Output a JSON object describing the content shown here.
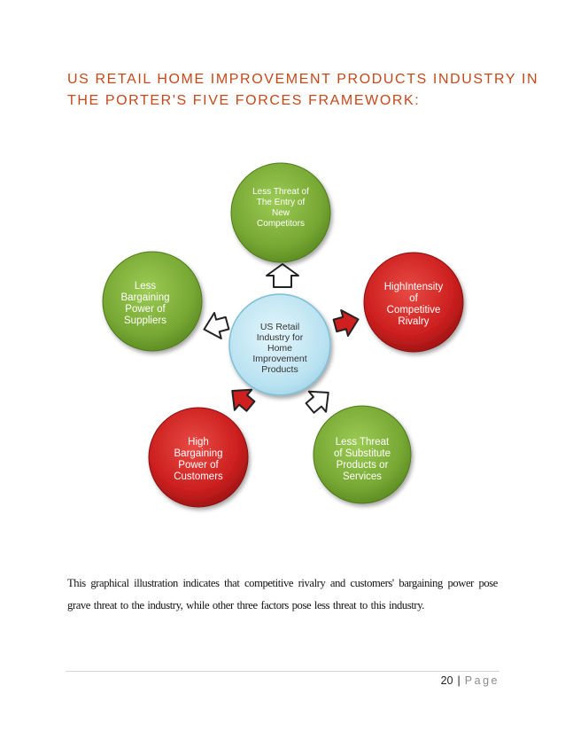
{
  "heading": {
    "line1": "US Retail Home Improvement Products Industry in",
    "line2": "the Porter's Five Forces Framework:"
  },
  "diagram": {
    "center": {
      "lines": [
        "US Retail",
        "Industry for",
        "Home",
        "Improvement",
        "Products"
      ]
    },
    "forces": [
      {
        "id": "new-entrants",
        "lines": [
          "Less Threat of",
          "The Entry of",
          "New",
          "Competitors"
        ],
        "color": "#7fae3a"
      },
      {
        "id": "rivalry",
        "lines": [
          "HighIntensity",
          "of",
          "Competitive",
          "Rivalry"
        ],
        "color": "#d02323"
      },
      {
        "id": "substitutes",
        "lines": [
          "Less Threat",
          "of Substitute",
          "Products or",
          "Services"
        ],
        "color": "#7fae3a"
      },
      {
        "id": "customers",
        "lines": [
          "High",
          "Bargaining",
          "Power of",
          "Customers"
        ],
        "color": "#d02323"
      },
      {
        "id": "suppliers",
        "lines": [
          "Less",
          "Bargaining",
          "Power of",
          "Suppliers"
        ],
        "color": "#7fae3a"
      }
    ],
    "colors": {
      "center_fill": "#bfe5f2",
      "green": "#7fae3a",
      "red": "#d02323",
      "heading": "#c3491b"
    }
  },
  "body_text": "This graphical illustration indicates that competitive rivalry and customers' bargaining power pose grave threat to the industry, while other three factors pose less threat to this industry.",
  "footer": {
    "page_number": "20",
    "separator": "|",
    "page_label": "Page"
  }
}
